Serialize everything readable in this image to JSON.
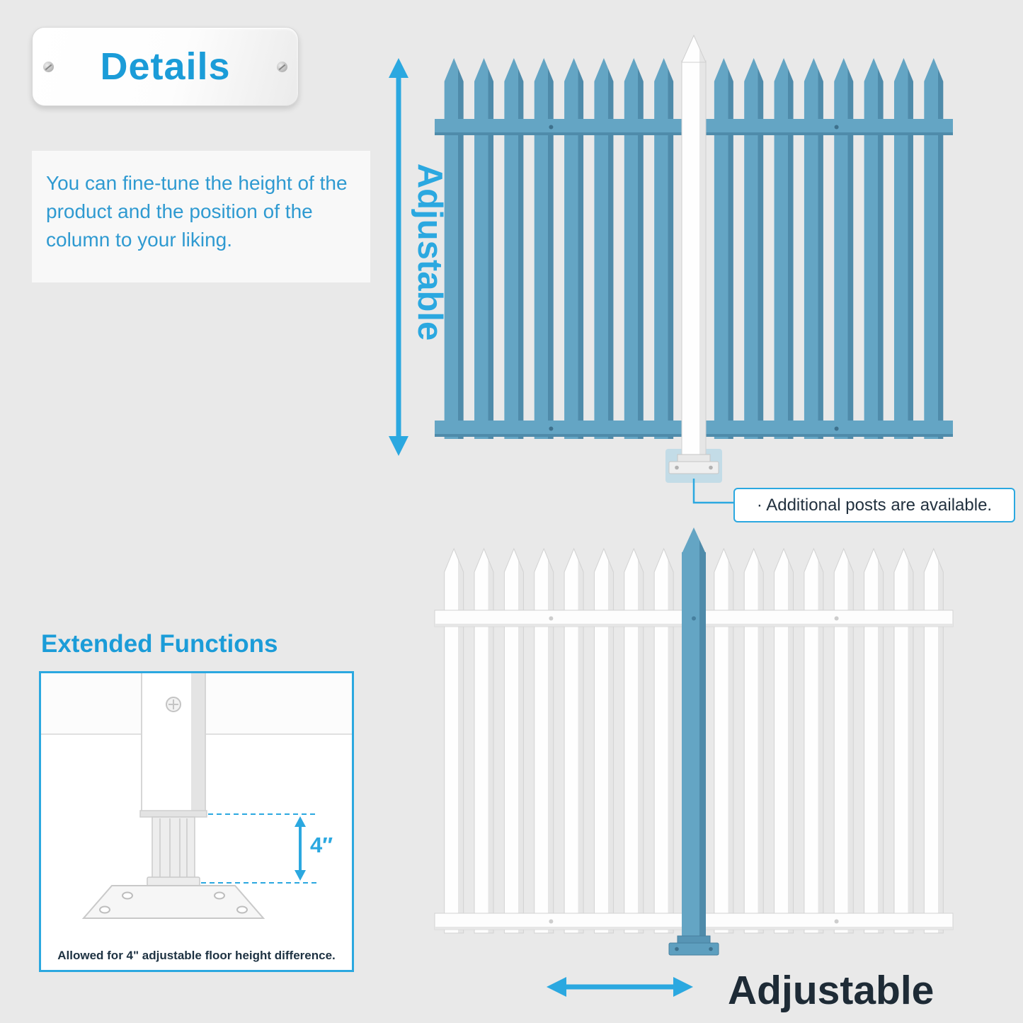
{
  "colors": {
    "page_bg": "#e9e9e9",
    "accent": "#2BA8E0",
    "heading_blue": "#1B9CD8",
    "body_blue": "#2F9AD1",
    "dark_text": "#1E2B36",
    "fence_blue": "#64A5C4",
    "fence_blue_dark": "#4F8BAA",
    "fence_white": "#FEFEFE",
    "fence_white_edge": "#E6E6E6"
  },
  "badge": {
    "label": "Details"
  },
  "description": {
    "text": "You can fine-tune the height of the product and the position of the column to your liking."
  },
  "arrows": {
    "vertical_label": "Adjustable",
    "horizontal_label": "Adjustable"
  },
  "callout": {
    "text": "· Additional posts are available."
  },
  "extended": {
    "heading": "Extended Functions",
    "measurement": "4″",
    "caption": "Allowed for 4\" adjustable floor height difference."
  }
}
